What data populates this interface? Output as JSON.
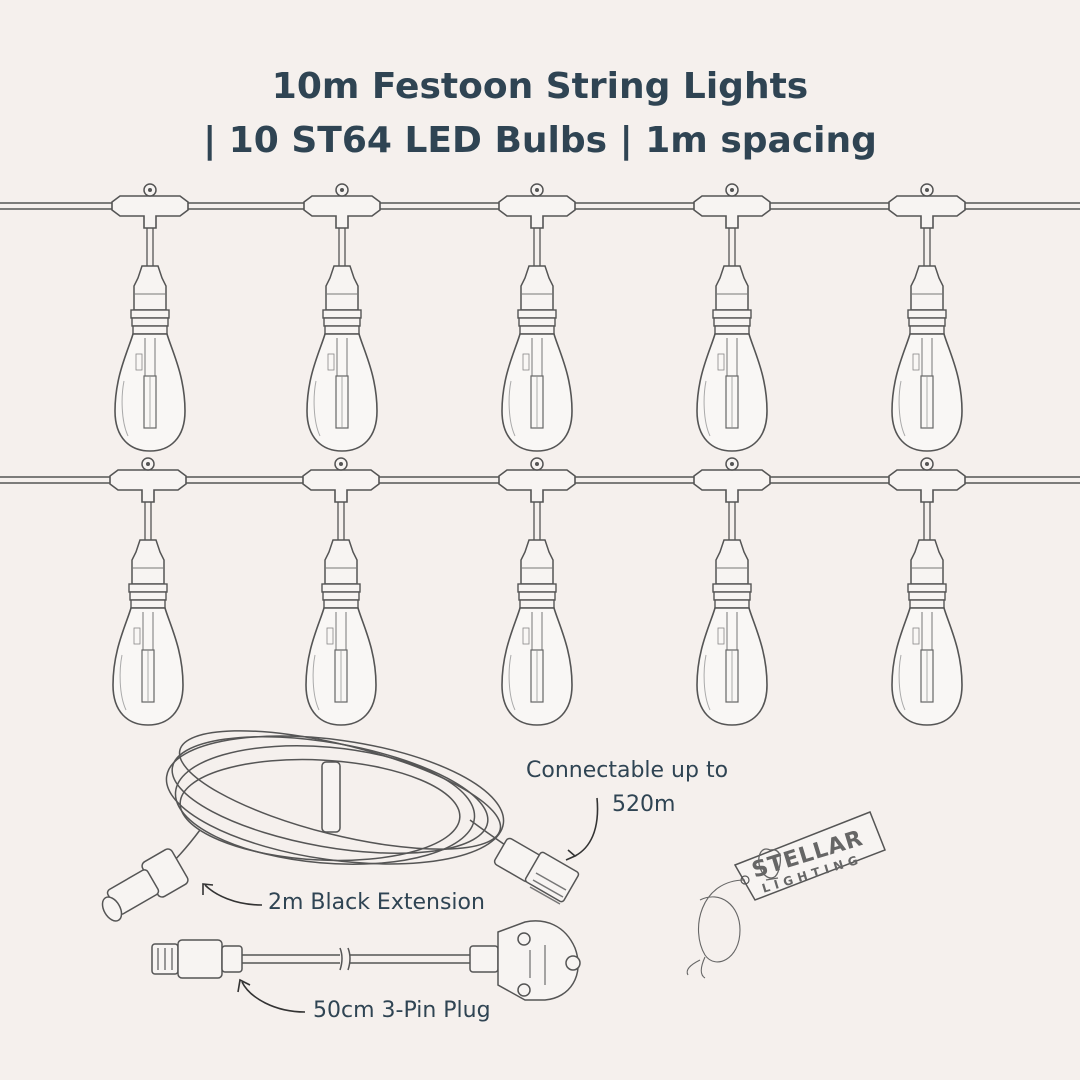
{
  "title": {
    "line1": "10m Festoon String Lights",
    "line2": "| 10 ST64 LED Bulbs | 1m spacing"
  },
  "labels": {
    "connectable_line1": "Connectable up to",
    "connectable_line2": "520m",
    "extension": "2m Black Extension",
    "plug": "50cm 3-Pin Plug"
  },
  "tag": {
    "brand": "STELLAR",
    "sub": "LIGHTING"
  },
  "colors": {
    "background": "#f5f0ed",
    "text": "#2f4453",
    "line_art": "#555555"
  },
  "bulbs": {
    "rows": 2,
    "per_row": 5
  }
}
